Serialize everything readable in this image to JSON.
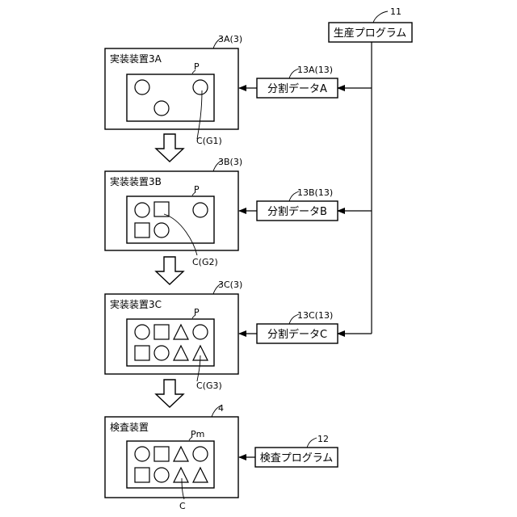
{
  "production_program": {
    "label": "生産プログラム",
    "ref": "11"
  },
  "inspection_program": {
    "label": "検査プログラム",
    "ref": "12"
  },
  "devices": [
    {
      "title": "実装装置3A",
      "ref": "3A(3)",
      "board": "P",
      "callout": "C(G1)"
    },
    {
      "title": "実装装置3B",
      "ref": "3B(3)",
      "board": "P",
      "callout": "C(G2)"
    },
    {
      "title": "実装装置3C",
      "ref": "3C(3)",
      "board": "P",
      "callout": "C(G3)"
    },
    {
      "title": "検査装置",
      "ref": "4",
      "board": "Pm",
      "callout": "C"
    }
  ],
  "split_data": [
    {
      "label": "分割データA",
      "ref": "13A(13)"
    },
    {
      "label": "分割データB",
      "ref": "13B(13)"
    },
    {
      "label": "分割データC",
      "ref": "13C(13)"
    }
  ]
}
